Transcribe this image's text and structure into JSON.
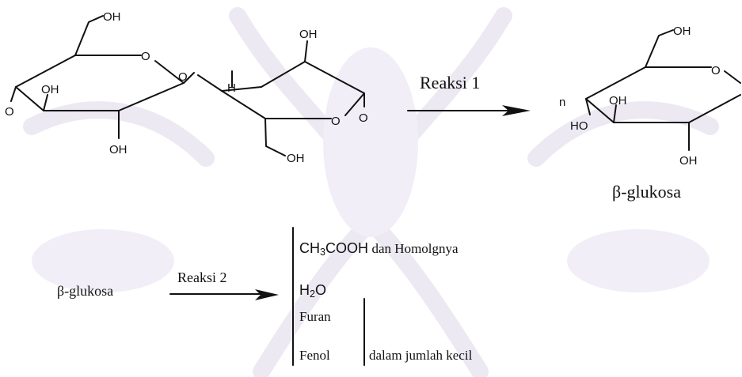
{
  "structures": {
    "cellulose_left": {
      "oh_top": "OH",
      "o_ring": "O",
      "o_link": "O",
      "oh_mid": "OH",
      "o_left": "O",
      "oh_bottom": "OH"
    },
    "cellulose_right": {
      "oh_top": "OH",
      "h": "H",
      "o_ring": "O",
      "o_right": "O",
      "oh_bottom": "OH"
    },
    "glucose": {
      "oh_top": "OH",
      "o_ring": "O",
      "n": "n",
      "oh_mid": "OH",
      "ho": "HO",
      "oh_bottom": "OH",
      "name": "β-glukosa"
    }
  },
  "reaction1": {
    "label": "Reaksi 1"
  },
  "reaction2": {
    "reactant": "β-glukosa",
    "label": "Reaksi 2",
    "products": {
      "p1_pre": "CH",
      "p1_sub": "3",
      "p1_post": "COOH",
      "p1_note": "dan Homolgnya",
      "p2_pre": "H",
      "p2_sub": "2",
      "p2_post": "O",
      "p3": "Furan",
      "p4": "Fenol",
      "note": "dalam jumlah kecil"
    }
  },
  "colors": {
    "ink": "#111111",
    "watermark": "#ece9f3"
  }
}
